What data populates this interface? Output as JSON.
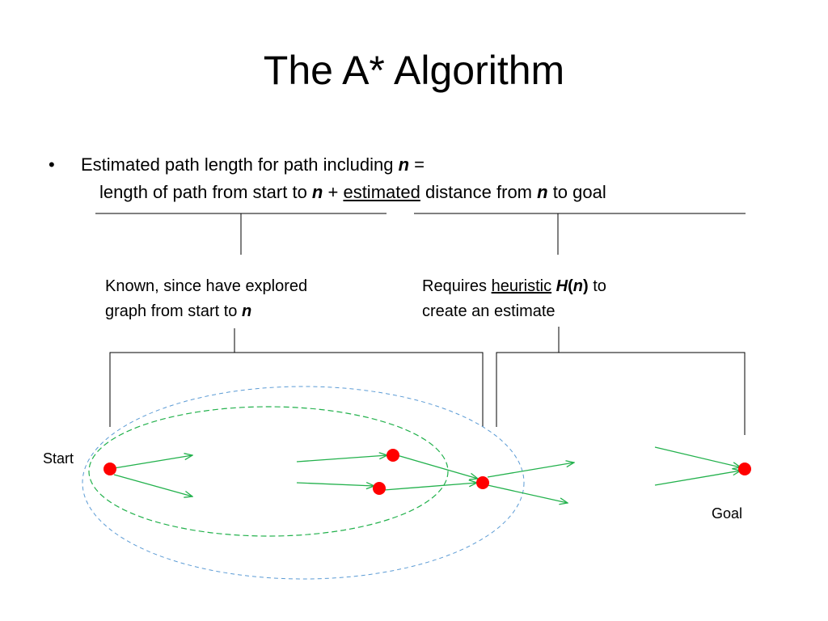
{
  "title": "The A* Algorithm",
  "bullet": {
    "marker": "•",
    "intro": "Estimated path length for path including ",
    "var": "n",
    "equals": " =",
    "term1": "length of path from start to ",
    "var2": "n",
    "plus": " + ",
    "estimated": "estimated",
    "term2": " distance from ",
    "var3": "n",
    "term3": " to goal"
  },
  "note_known": {
    "line1": "Known, since have explored",
    "line2": "graph from start to ",
    "var": "n"
  },
  "note_heuristic": {
    "requires": "Requires ",
    "heuristic": "heuristic",
    "space": " ",
    "h": "H",
    "paren_open": "(",
    "n": "n",
    "paren_close": ")",
    "to": " to",
    "line2": "create an estimate"
  },
  "labels": {
    "start": "Start",
    "goal": "Goal"
  },
  "colors": {
    "node": "#ff0000",
    "edge": "#22b14c",
    "inner_region": "#22b14c",
    "outer_region": "#5b9bd5",
    "brace": "#000000"
  }
}
